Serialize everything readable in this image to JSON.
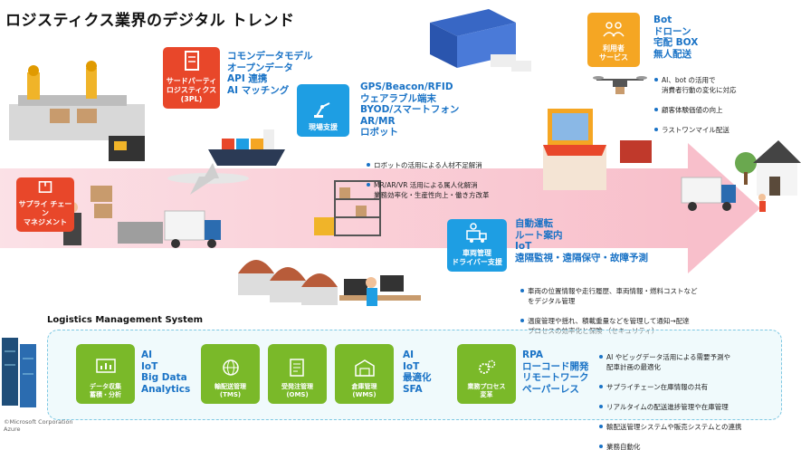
{
  "title": "ロジスティクス業界のデジタル トレンド",
  "badges": {
    "third_party": "サードパーティ\nロジスティクス\n(3PL)",
    "supply_chain": "サプライ チェーン\nマネジメント",
    "site_support": "現場支援",
    "vehicle": "車両管理\nドライバー支援",
    "user_service": "利用者\nサービス"
  },
  "tpl_terms": [
    "コモンデータモデル",
    "オープンデータ",
    "API 連携",
    "AI マッチング"
  ],
  "site_terms": [
    "GPS/Beacon/RFID",
    "ウェアラブル端末",
    "BYOD/スマートフォン",
    "AR/MR",
    "ロボット"
  ],
  "site_bullets": [
    "ロボットの活用による人材不足解消",
    "MR/AR/VR 活用による属人化解消\n業務効率化・生産性向上・働き方改革"
  ],
  "vehicle_terms": [
    "自動運転",
    "ルート案内",
    "IoT",
    "遠隔監視・遠隔保守・故障予測"
  ],
  "vehicle_bullets": [
    "車両の位置情報や走行履歴、車両情報・燃料コストなど\nをデジタル管理",
    "温度管理や揺れ、積載重量などを管理して通知→配達\nプロセスの効率化と保険 （セキュリティ）"
  ],
  "user_terms": [
    "Bot",
    "ドローン",
    "宅配 BOX",
    "無人配送"
  ],
  "user_bullets": [
    "AI、bot の活用で\n消費者行動の変化に対応",
    "顧客体験価値の向上",
    "ラストワンマイル配送"
  ],
  "lms": {
    "title": "Logistics Management System",
    "cards": [
      {
        "label": "データ収集\n蓄積・分析"
      },
      {
        "label": "輸配送管理\n(TMS)"
      },
      {
        "label": "受発注管理\n(OMS)"
      },
      {
        "label": "倉庫管理\n(WMS)"
      },
      {
        "label": "業務プロセス\n変革"
      }
    ],
    "terms1": [
      "AI",
      "IoT",
      "Big Data",
      "Analytics"
    ],
    "terms2": [
      "AI",
      "IoT",
      "最適化",
      "SFA"
    ],
    "terms3": [
      "RPA",
      "ローコード開発",
      "リモートワーク",
      "ペーパーレス"
    ],
    "bullets": [
      "AI やビッグデータ活用による需要予測や\n配車計画の最適化",
      "サプライチェーン在庫情報の共有",
      "リアルタイムの配送進捗管理や在庫管理",
      "輸配送管理システムや販売システムとの連携",
      "業務自動化"
    ]
  },
  "copyright": "©Microsoft Corporation\nAzure"
}
